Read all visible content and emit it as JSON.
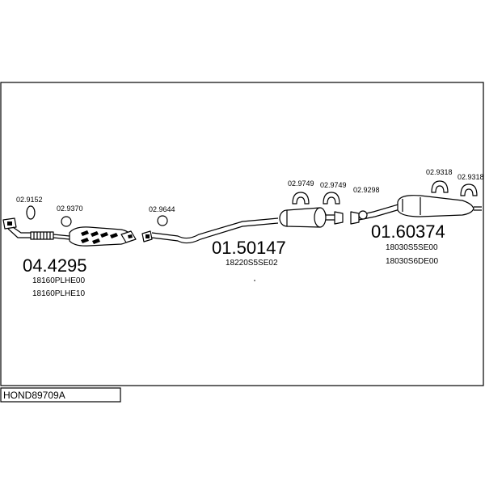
{
  "groups": [
    {
      "number": "04.4295",
      "oem": [
        "18160PLHE00",
        "18160PLHE10"
      ]
    },
    {
      "number": "01.50147",
      "oem": [
        "18220S5SE02"
      ]
    },
    {
      "number": "01.60374",
      "oem": [
        "18030S5SE00",
        "18030S6DE00"
      ]
    }
  ],
  "hardware": [
    {
      "code": "02.9152",
      "icon": "hanger-ring-icon"
    },
    {
      "code": "02.9370",
      "icon": "gasket-ring-icon"
    },
    {
      "code": "02.9644",
      "icon": "gasket-ring-icon"
    },
    {
      "code": "02.9749",
      "icon": "rubber-hanger-icon"
    },
    {
      "code": "02.9749",
      "icon": "rubber-hanger-icon"
    },
    {
      "code": "02.9298",
      "icon": "gasket-ring-icon"
    },
    {
      "code": "02.9318",
      "icon": "rubber-hanger-icon"
    },
    {
      "code": "02.9318",
      "icon": "rubber-hanger-icon"
    }
  ],
  "footer": {
    "code": "HOND89709A"
  }
}
